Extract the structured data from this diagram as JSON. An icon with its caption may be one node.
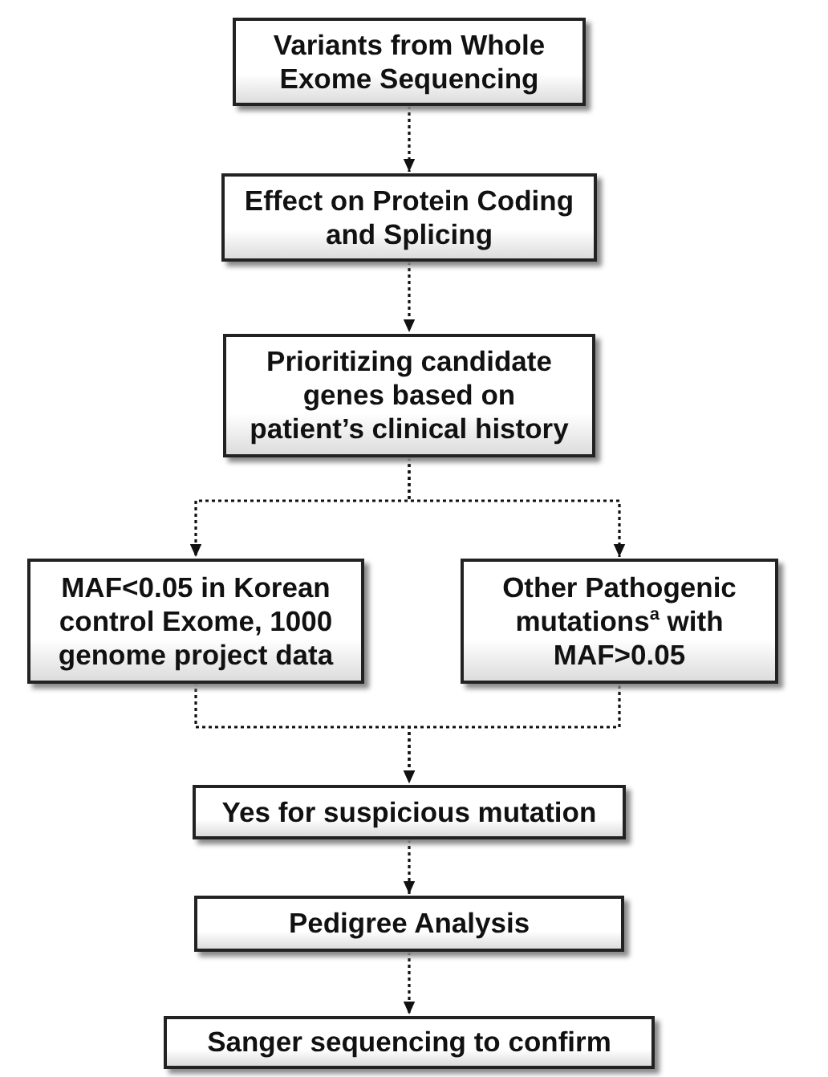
{
  "diagram": {
    "nodes": [
      {
        "text": [
          "Variants from Whole Exome Sequencing"
        ]
      },
      {
        "text": [
          "Effect on Protein Coding and Splicing"
        ]
      },
      {
        "text": [
          "Prioritizing candidate genes based on patient’s clinical history"
        ]
      },
      {
        "text": [
          "MAF<0.05 in Korean control Exome, 1000 genome project data"
        ]
      },
      {
        "text": [
          "Other Pathogenic mutations$^{a}$ with MAF>0.05"
        ]
      },
      {
        "text": [
          "Yes for suspicious mutation"
        ]
      },
      {
        "text": [
          "Pedigree Analysis"
        ]
      },
      {
        "text": [
          "Sanger sequencing to confirm"
        ]
      }
    ],
    "edges": [
      {
        "from": 0,
        "to": 1,
        "arrow": "to",
        "style": "dashed"
      },
      {
        "from": 1,
        "to": 2,
        "arrow": "to",
        "style": "dashed"
      },
      {
        "from": 2,
        "to": 3,
        "arrow": "to",
        "style": "dashed"
      },
      {
        "from": 2,
        "to": 4,
        "arrow": "to",
        "style": "dashed"
      },
      {
        "from": 3,
        "to": 5,
        "arrow": "to",
        "style": "dashed"
      },
      {
        "from": 4,
        "to": 5,
        "arrow": "to",
        "style": "dashed"
      },
      {
        "from": 5,
        "to": 6,
        "arrow": "to",
        "style": "dashed"
      },
      {
        "from": 6,
        "to": 7,
        "arrow": "to",
        "style": "dashed"
      }
    ]
  }
}
